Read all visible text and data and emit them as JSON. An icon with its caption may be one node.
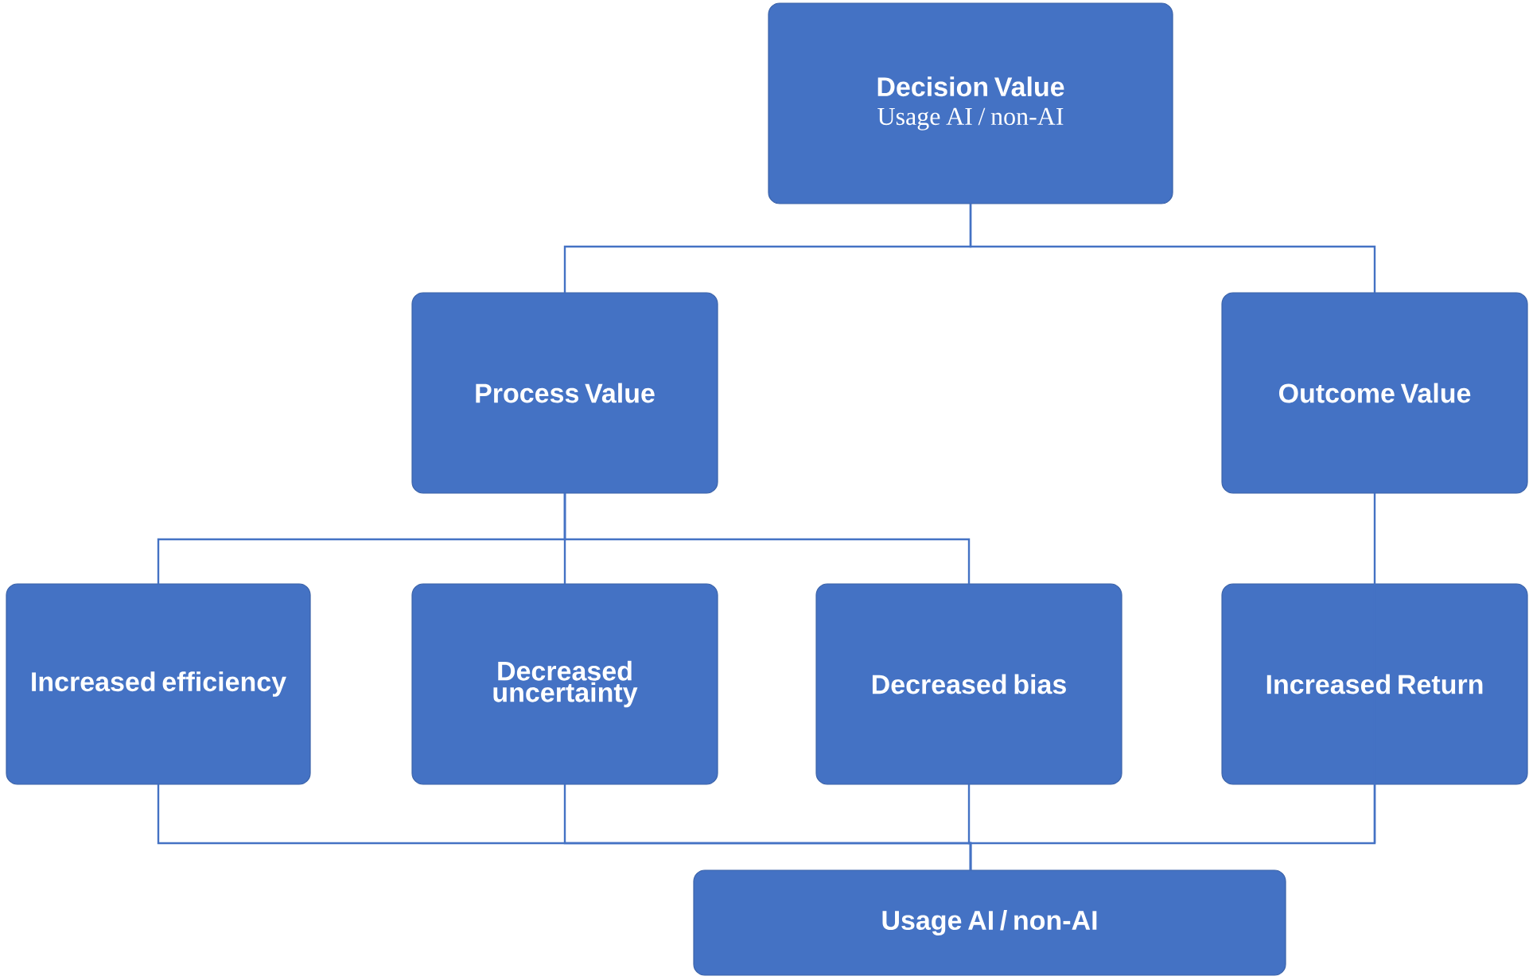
{
  "diagram": {
    "nodes": [
      {
        "text": [
          "Decision Value",
          "Usage AI / non-AI"
        ]
      },
      {
        "text": [
          "Process Value"
        ]
      },
      {
        "text": [
          "Outcome Value"
        ]
      },
      {
        "text": [
          "Increased efficiency"
        ]
      },
      {
        "text": [
          "Decreased uncertainty"
        ]
      },
      {
        "text": [
          "Decreased bias"
        ]
      },
      {
        "text": [
          "Increased Return"
        ]
      },
      {
        "text": [
          "Usage AI / non-AI"
        ]
      }
    ],
    "edges": [
      {
        "from": 0,
        "to": 1,
        "arrow": "none"
      },
      {
        "from": 0,
        "to": 2,
        "arrow": "none"
      },
      {
        "from": 1,
        "to": 3,
        "arrow": "none"
      },
      {
        "from": 1,
        "to": 4,
        "arrow": "none"
      },
      {
        "from": 1,
        "to": 5,
        "arrow": "none"
      },
      {
        "from": 2,
        "to": 6,
        "arrow": "none"
      },
      {
        "from": 3,
        "to": 7,
        "arrow": "none"
      },
      {
        "from": 4,
        "to": 7,
        "arrow": "none"
      },
      {
        "from": 5,
        "to": 7,
        "arrow": "none"
      },
      {
        "from": 6,
        "to": 7,
        "arrow": "none"
      }
    ]
  }
}
